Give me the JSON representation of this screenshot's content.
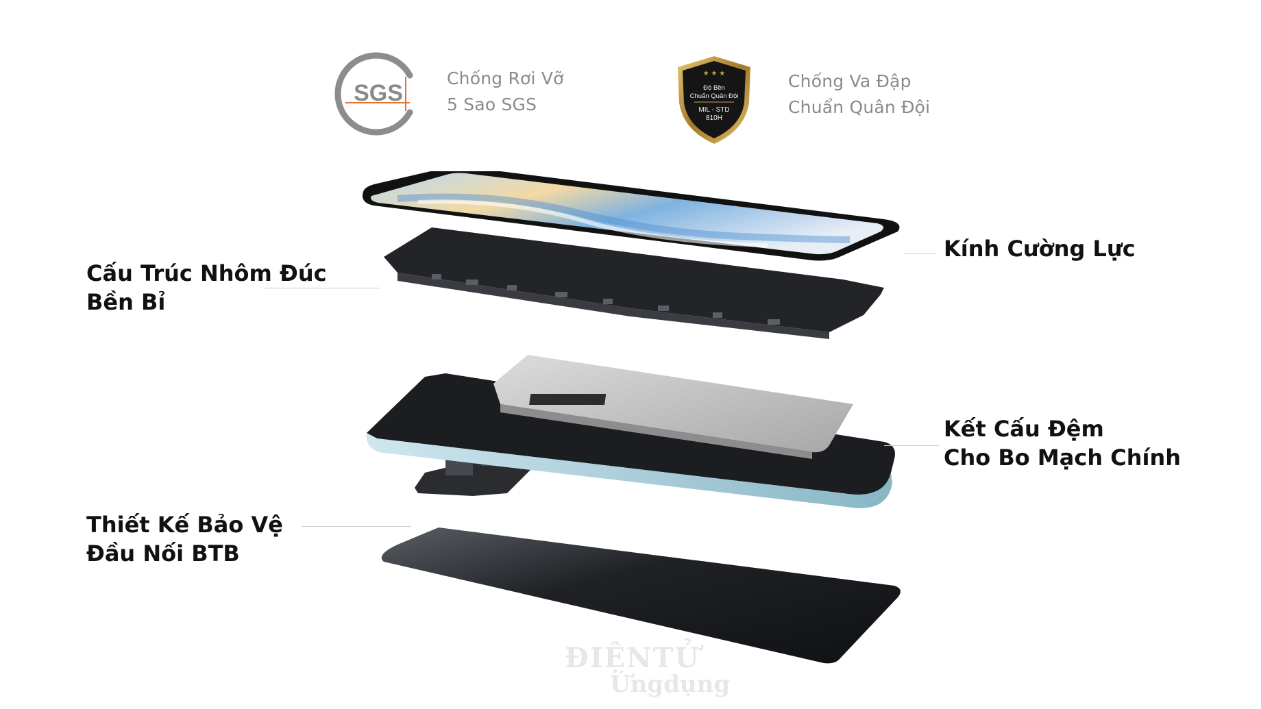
{
  "badges": [
    {
      "icon": "sgs-logo-icon",
      "logo_text": "SGS",
      "line1": "Chống Rơi Vỡ",
      "line2": "5 Sao SGS"
    },
    {
      "icon": "military-shield-icon",
      "shield_lines": [
        "Độ Bền",
        "Chuẩn Quân Đội",
        "MIL - STD",
        "810H"
      ],
      "line1": "Chống Va Đập",
      "line2": "Chuẩn Quân Đội"
    }
  ],
  "callouts": [
    {
      "line1": "Cấu Trúc Nhôm Đúc",
      "line2": "Bền Bỉ"
    },
    {
      "line1": "Kính Cường Lực",
      "line2": ""
    },
    {
      "line1": "Kết Cấu Đệm",
      "line2": "Cho Bo Mạch Chính"
    },
    {
      "line1": "Thiết Kế Bảo Vệ",
      "line2": "Đầu Nối BTB"
    }
  ],
  "watermark": {
    "line1": "ĐIỆNTỬ",
    "line2": "Ứngdụng"
  },
  "colors": {
    "badge_text": "#8a8a8a",
    "label_text": "#111111",
    "sgs_accent": "#e8742c",
    "shield_gold": "#c9a24a"
  }
}
